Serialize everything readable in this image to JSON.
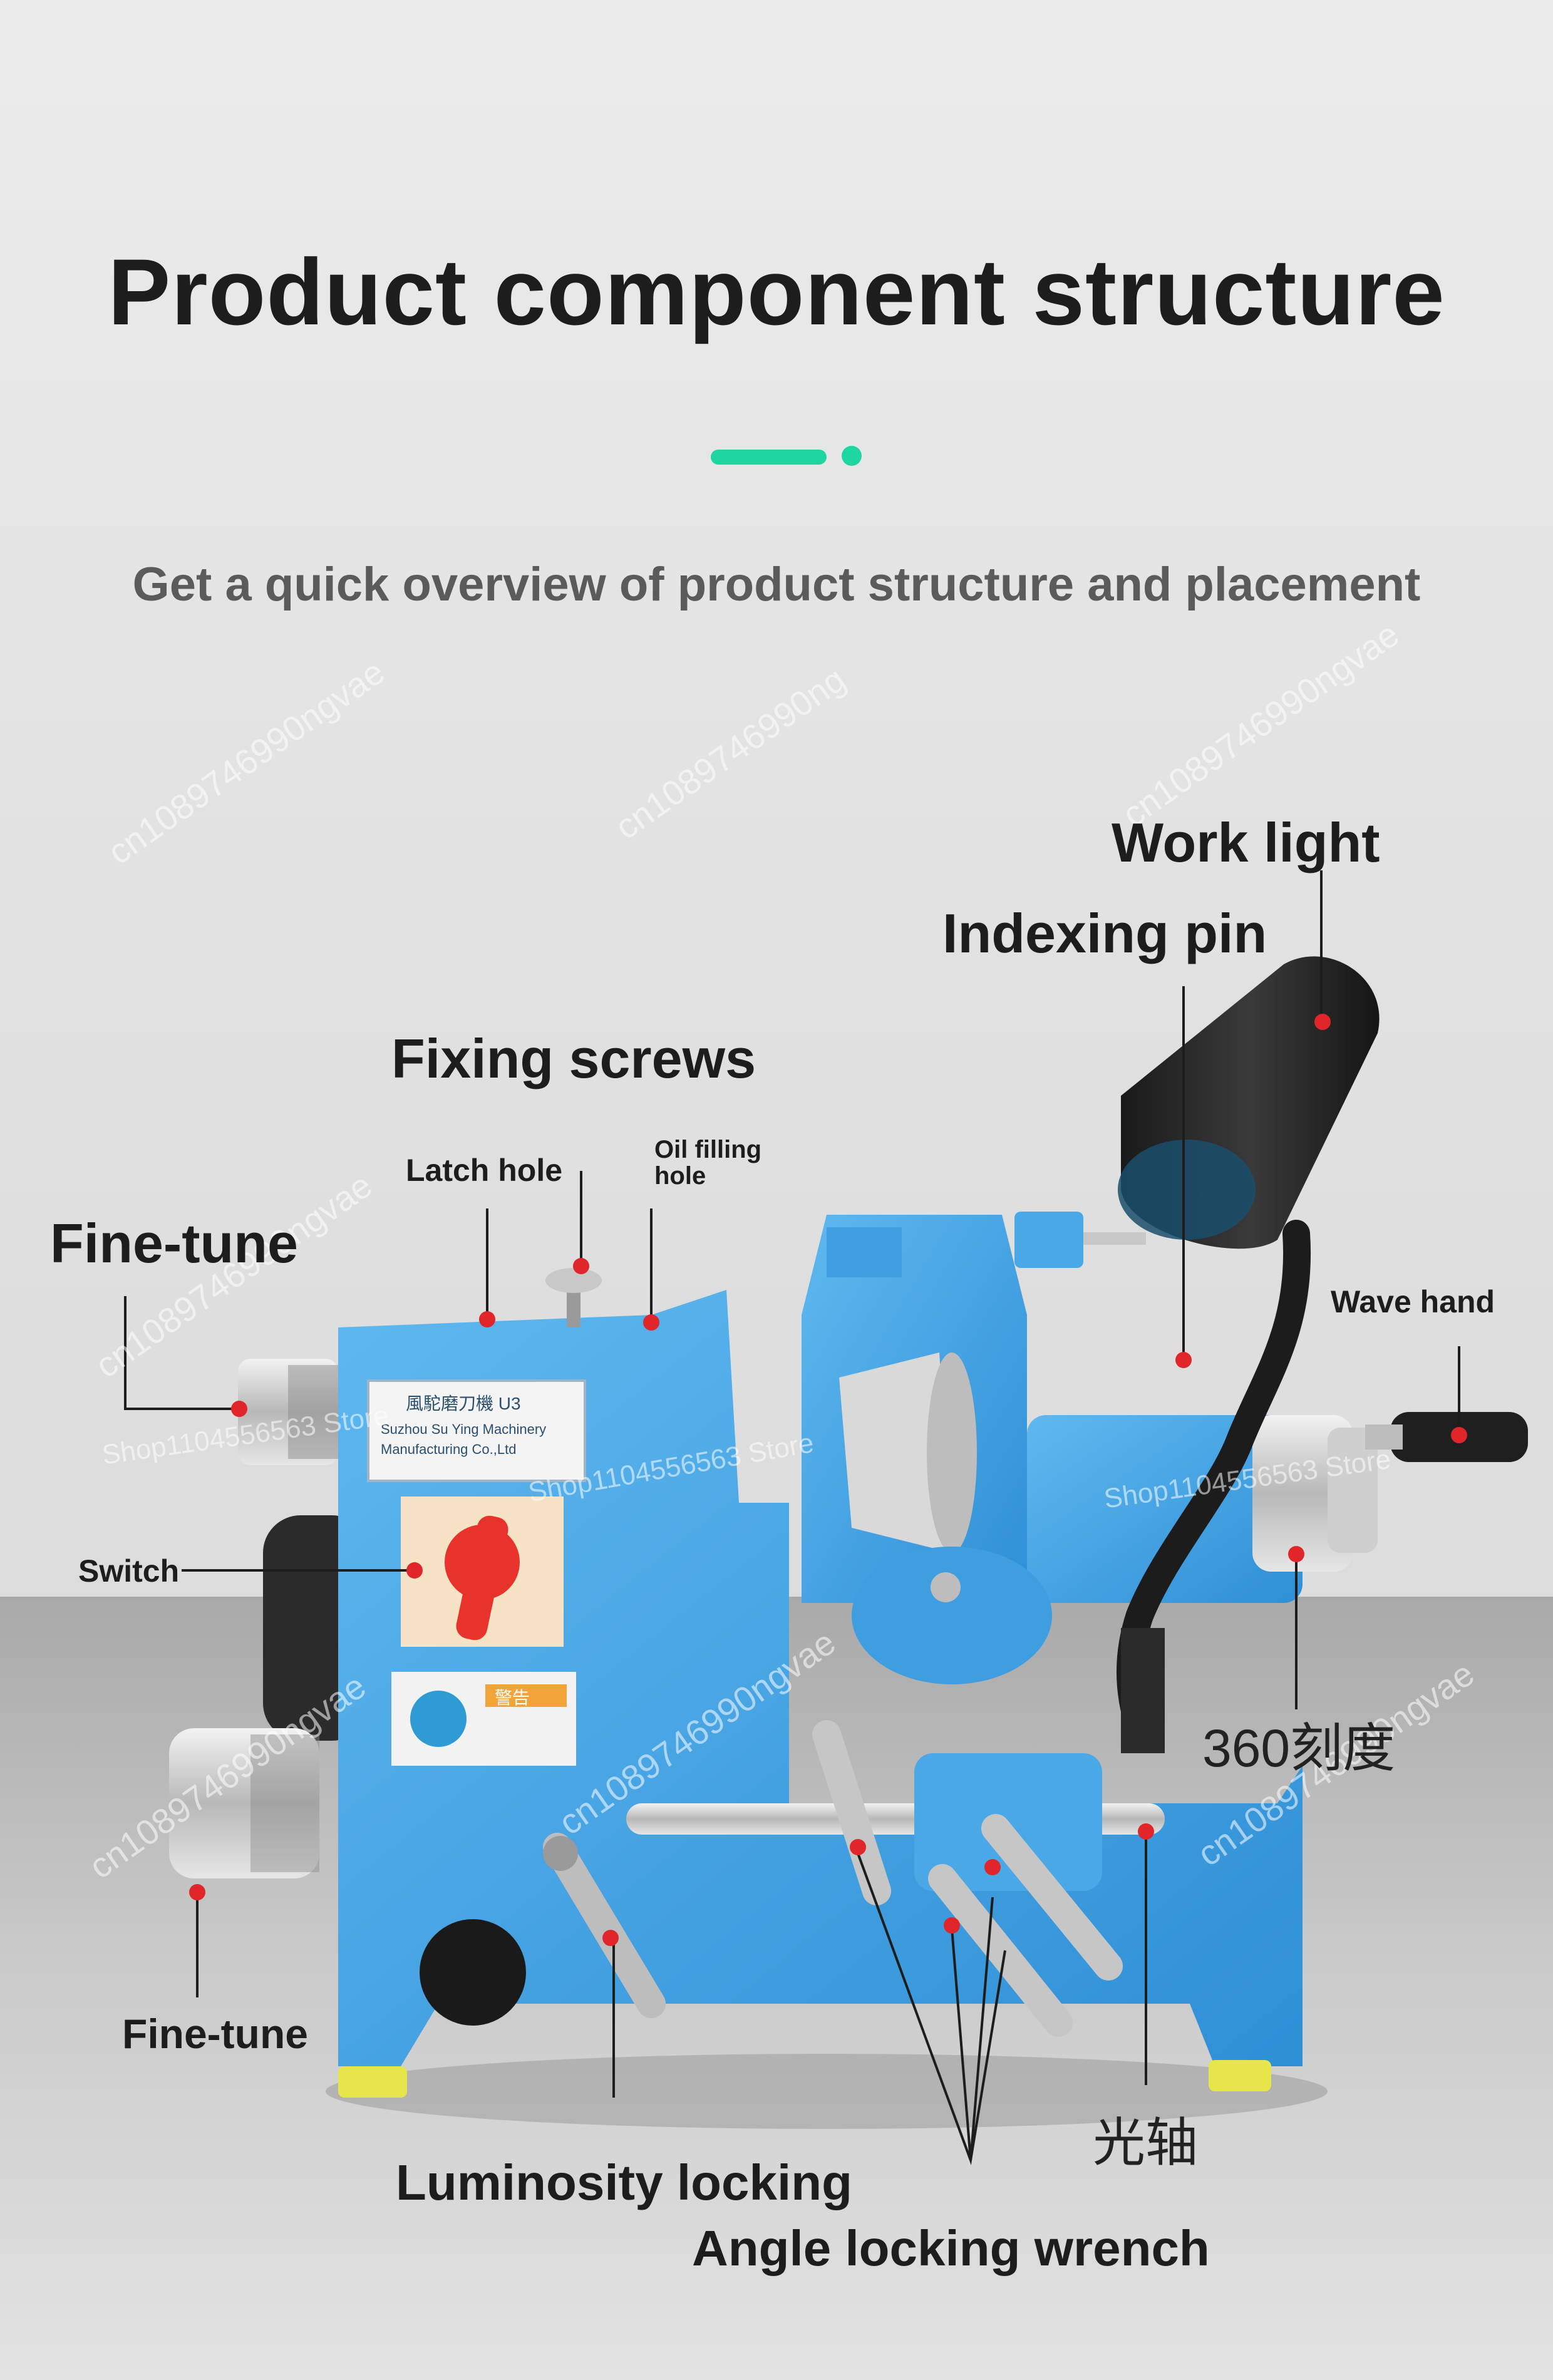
{
  "header": {
    "title": "Product component structure",
    "subtitle": "Get a quick overview of product structure and placement"
  },
  "colors": {
    "accent": "#1ed6a2",
    "machine_blue": "#4aa8e6",
    "marker_red": "#e0262b",
    "handle_red": "#e8332d"
  },
  "labels": {
    "work_light": "Work light",
    "indexing_pin": "Indexing pin",
    "fixing_screws": "Fixing screws",
    "latch_hole": "Latch hole",
    "oil_filling_hole": "Oil filling hole",
    "fine_tune_top": "Fine-tune",
    "wave_hand": "Wave hand",
    "switch": "Switch",
    "scale_360": "360刻度",
    "fine_tune_bottom": "Fine-tune",
    "optical_axis": "光轴",
    "luminosity_locking": "Luminosity locking",
    "angle_locking_wrench": "Angle locking wrench"
  },
  "plate": {
    "line1": "風駝磨刀機  U3",
    "line2": "Suzhou Su Ying Machinery",
    "line3": "Manufacturing Co.,Ltd",
    "warning": "警告"
  },
  "watermarks": [
    "cn1089746990ngvae",
    "cn1089746990ng",
    "cn1089746990ngvae",
    "Shop1104556563 Store",
    "cn1089746990ngvae",
    "Shop1104556563 Store",
    "cn1089746990ngvae",
    "cn1089746990ngvae",
    "Shop1104556563 Store",
    "cn1089746990ngvae"
  ]
}
